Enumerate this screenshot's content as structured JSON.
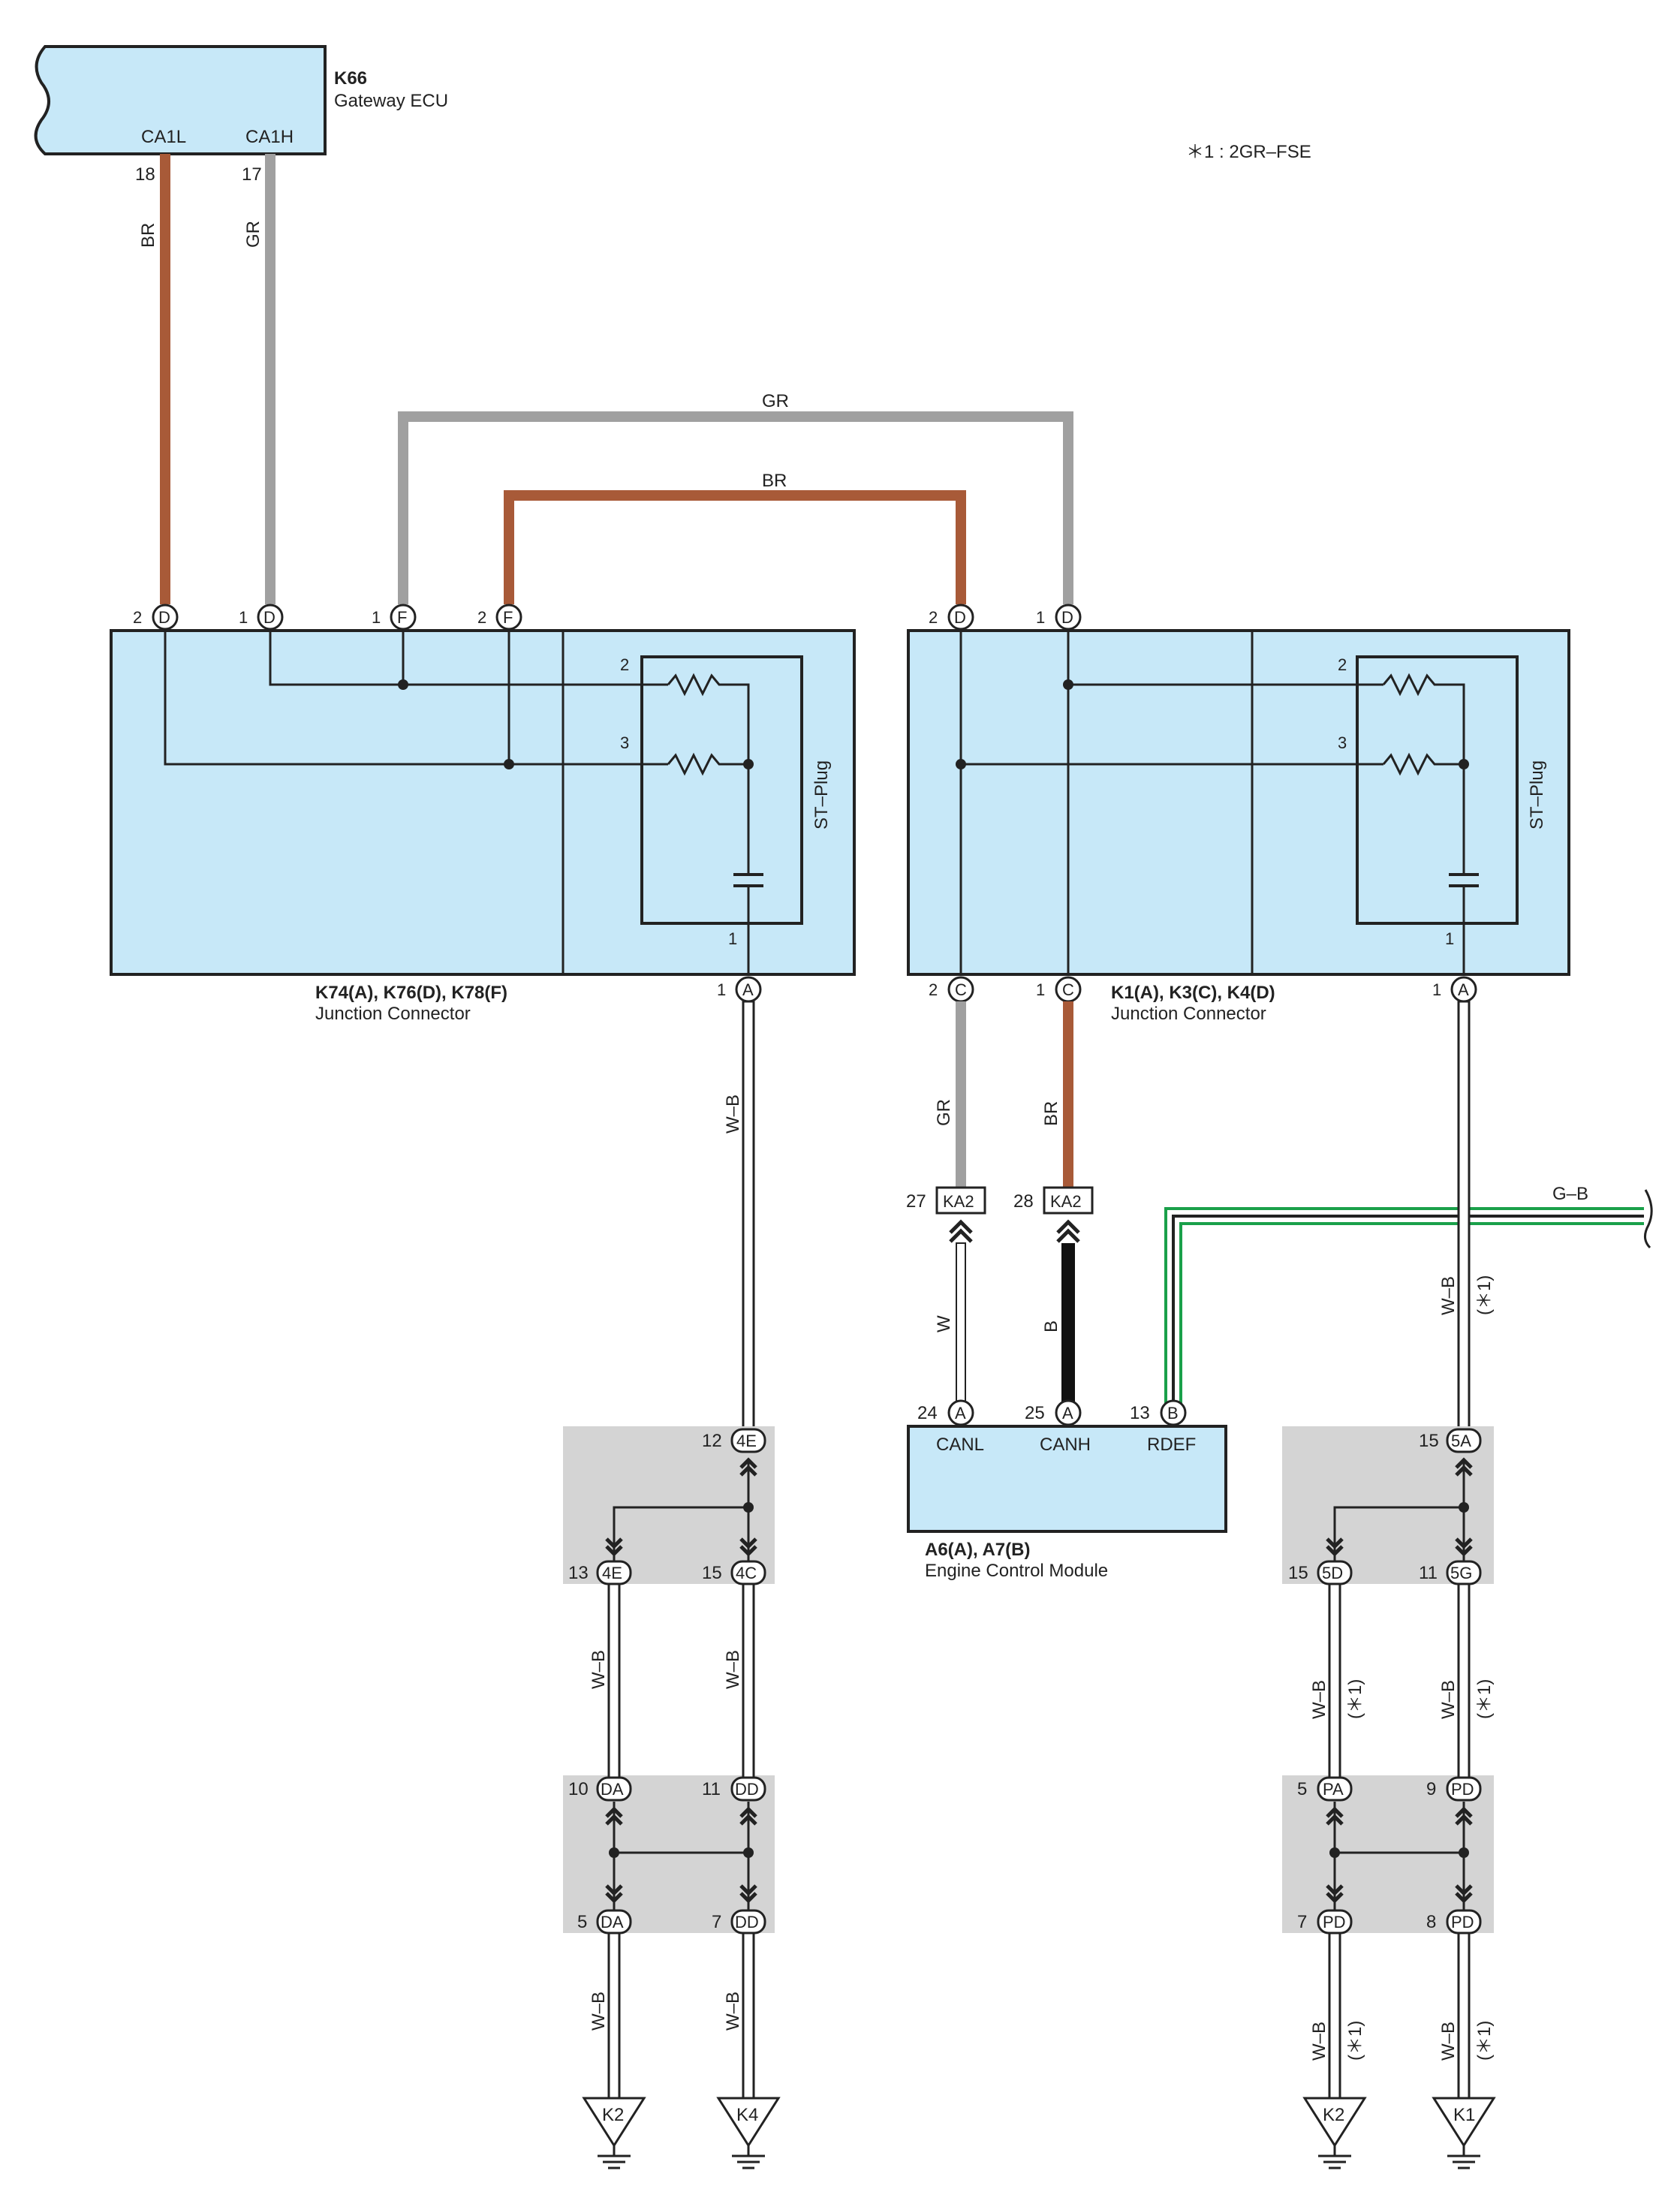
{
  "note": "＊1 : 2GR–FSE",
  "gateway": {
    "id": "K66",
    "name": "Gateway ECU",
    "pin_l": "CA1L",
    "pin_h": "CA1H",
    "num_l": "18",
    "num_h": "17",
    "wire_l": "BR",
    "wire_h": "GR"
  },
  "top_wires": {
    "gr": "GR",
    "br": "BR"
  },
  "jc_left": {
    "label": "K74(A), K76(D), K78(F)",
    "name": "Junction Connector",
    "plug": "ST–Plug"
  },
  "jc_right": {
    "label": "K1(A), K3(C), K4(D)",
    "name": "Junction Connector",
    "plug": "ST–Plug"
  },
  "ecm": {
    "label": "A6(A), A7(B)",
    "name": "Engine Control Module",
    "canl": "CANL",
    "canh": "CANH",
    "rdef": "RDEF"
  },
  "wire_colors": {
    "wb": "W–B",
    "w": "W",
    "b": "B",
    "gb": "G–B",
    "gr": "GR",
    "br": "BR",
    "star1": "(＊1)"
  },
  "inline": {
    "ka2": "KA2",
    "n27": "27",
    "n28": "28"
  },
  "grounds": [
    "K2",
    "K4",
    "K2",
    "K1"
  ],
  "colors": {
    "brown": "#a85a38",
    "gray": "#a0a0a0",
    "green": "#1aa04a",
    "box": "#c7e8f8",
    "shade": "#d4d4d4"
  }
}
